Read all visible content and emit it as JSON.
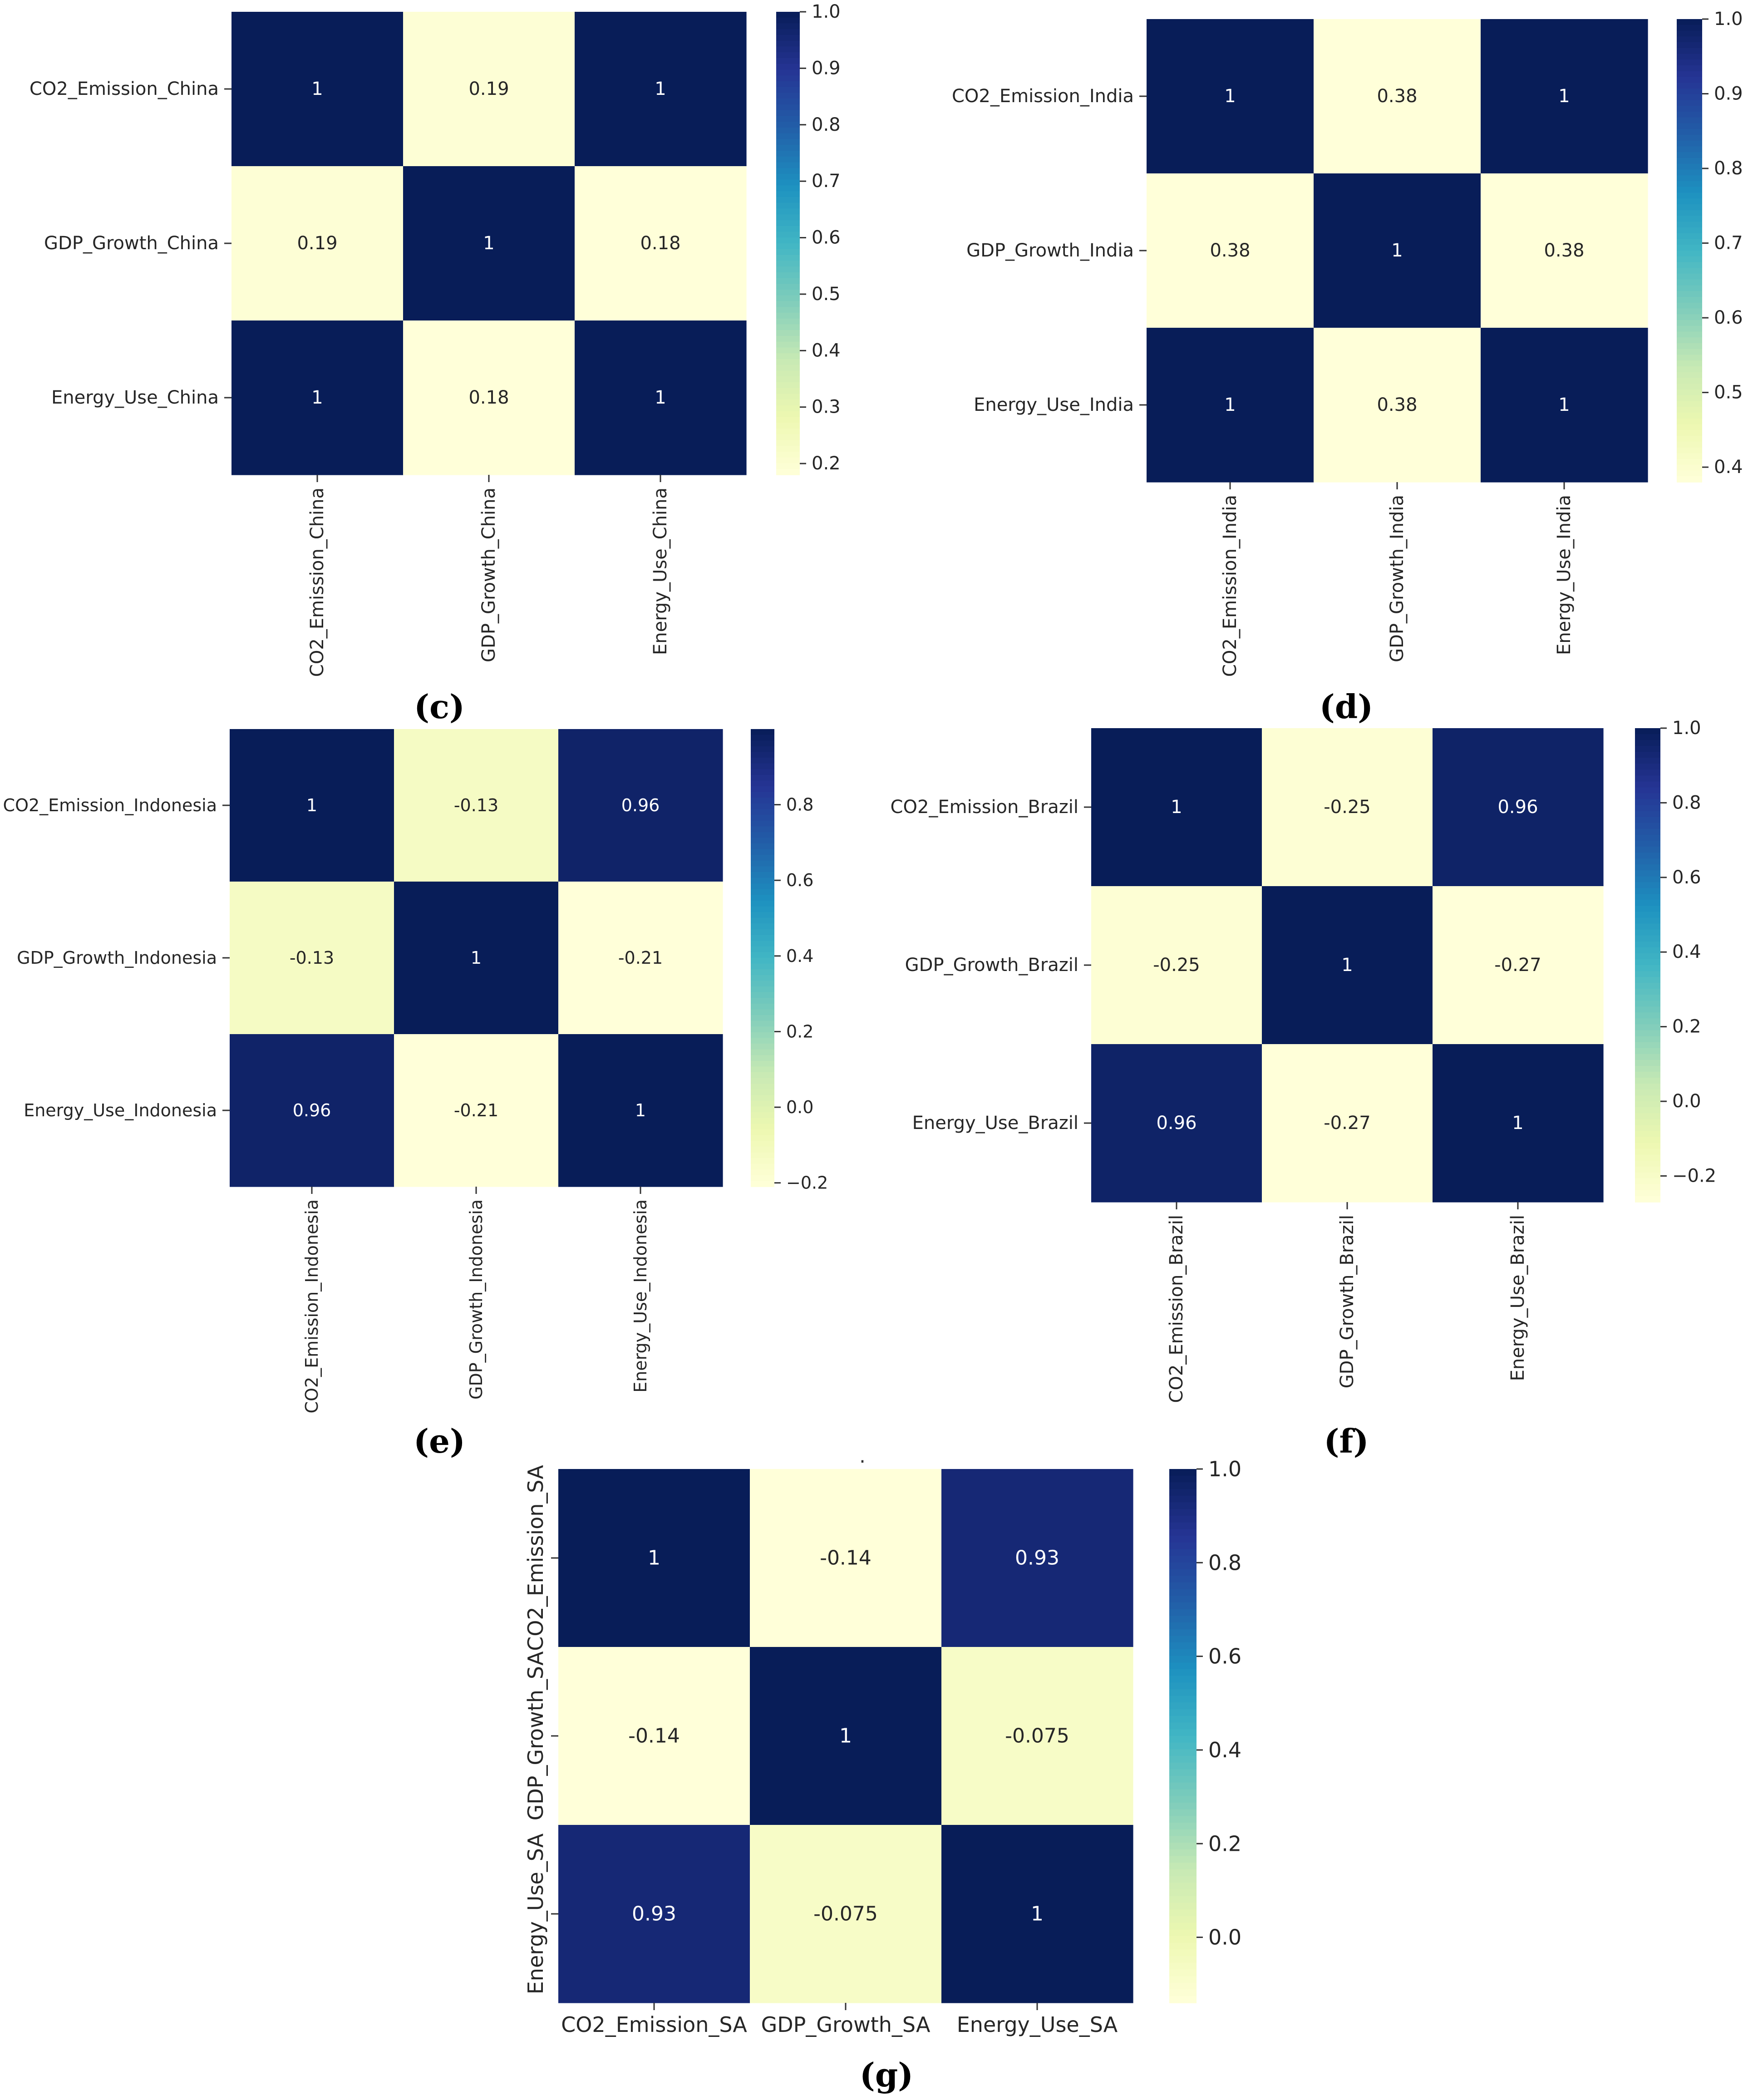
{
  "colorscale": {
    "name": "YlGnBu",
    "stops": [
      "#ffffd9",
      "#edf8b1",
      "#c7e9b4",
      "#7fcdbb",
      "#41b6c4",
      "#1d91c0",
      "#225ea8",
      "#253494",
      "#081d58"
    ]
  },
  "chart_data": [
    {
      "panel": "c",
      "type": "heatmap",
      "rows": [
        "CO2_Emission_China",
        "GDP_Growth_China",
        "Energy_Use_China"
      ],
      "columns": [
        "CO2_Emission_China",
        "GDP_Growth_China",
        "Energy_Use_China"
      ],
      "values": [
        [
          1,
          0.19,
          1
        ],
        [
          0.19,
          1,
          0.18
        ],
        [
          1,
          0.18,
          1
        ]
      ],
      "labels": [
        [
          "1",
          "0.19",
          "1"
        ],
        [
          "0.19",
          "1",
          "0.18"
        ],
        [
          "1",
          "0.18",
          "1"
        ]
      ],
      "colorbar_range": [
        0.18,
        1.0
      ],
      "colorbar_ticks": [
        {
          "v": 1.0,
          "t": "1.0"
        },
        {
          "v": 0.9,
          "t": "0.9"
        },
        {
          "v": 0.8,
          "t": "0.8"
        },
        {
          "v": 0.7,
          "t": "0.7"
        },
        {
          "v": 0.6,
          "t": "0.6"
        },
        {
          "v": 0.5,
          "t": "0.5"
        },
        {
          "v": 0.4,
          "t": "0.4"
        },
        {
          "v": 0.3,
          "t": "0.3"
        },
        {
          "v": 0.2,
          "t": "0.2"
        }
      ],
      "xtick_rotation": "vertical"
    },
    {
      "panel": "d",
      "type": "heatmap",
      "rows": [
        "CO2_Emission_India",
        "GDP_Growth_India",
        "Energy_Use_India"
      ],
      "columns": [
        "CO2_Emission_India",
        "GDP_Growth_India",
        "Energy_Use_India"
      ],
      "values": [
        [
          1,
          0.38,
          1
        ],
        [
          0.38,
          1,
          0.38
        ],
        [
          1,
          0.38,
          1
        ]
      ],
      "labels": [
        [
          "1",
          "0.38",
          "1"
        ],
        [
          "0.38",
          "1",
          "0.38"
        ],
        [
          "1",
          "0.38",
          "1"
        ]
      ],
      "colorbar_range": [
        0.38,
        1.0
      ],
      "colorbar_ticks": [
        {
          "v": 1.0,
          "t": "1.0"
        },
        {
          "v": 0.9,
          "t": "0.9"
        },
        {
          "v": 0.8,
          "t": "0.8"
        },
        {
          "v": 0.7,
          "t": "0.7"
        },
        {
          "v": 0.6,
          "t": "0.6"
        },
        {
          "v": 0.5,
          "t": "0.5"
        },
        {
          "v": 0.4,
          "t": "0.4"
        }
      ],
      "xtick_rotation": "vertical"
    },
    {
      "panel": "e",
      "type": "heatmap",
      "rows": [
        "CO2_Emission_Indonesia",
        "GDP_Growth_Indonesia",
        "Energy_Use_Indonesia"
      ],
      "columns": [
        "CO2_Emission_Indonesia",
        "GDP_Growth_Indonesia",
        "Energy_Use_Indonesia"
      ],
      "values": [
        [
          1,
          -0.13,
          0.96
        ],
        [
          -0.13,
          1,
          -0.21
        ],
        [
          0.96,
          -0.21,
          1
        ]
      ],
      "labels": [
        [
          "1",
          "-0.13",
          "0.96"
        ],
        [
          "-0.13",
          "1",
          "-0.21"
        ],
        [
          "0.96",
          "-0.21",
          "1"
        ]
      ],
      "colorbar_range": [
        -0.21,
        1.0
      ],
      "colorbar_ticks": [
        {
          "v": 0.8,
          "t": "0.8"
        },
        {
          "v": 0.6,
          "t": "0.6"
        },
        {
          "v": 0.4,
          "t": "0.4"
        },
        {
          "v": 0.2,
          "t": "0.2"
        },
        {
          "v": 0.0,
          "t": "0.0"
        },
        {
          "v": -0.2,
          "t": "−0.2"
        }
      ],
      "xtick_rotation": "vertical"
    },
    {
      "panel": "f",
      "type": "heatmap",
      "rows": [
        "CO2_Emission_Brazil",
        "GDP_Growth_Brazil",
        "Energy_Use_Brazil"
      ],
      "columns": [
        "CO2_Emission_Brazil",
        "GDP_Growth_Brazil",
        "Energy_Use_Brazil"
      ],
      "values": [
        [
          1,
          -0.25,
          0.96
        ],
        [
          -0.25,
          1,
          -0.27
        ],
        [
          0.96,
          -0.27,
          1
        ]
      ],
      "labels": [
        [
          "1",
          "-0.25",
          "0.96"
        ],
        [
          "-0.25",
          "1",
          "-0.27"
        ],
        [
          "0.96",
          "-0.27",
          "1"
        ]
      ],
      "colorbar_range": [
        -0.27,
        1.0
      ],
      "colorbar_ticks": [
        {
          "v": 1.0,
          "t": "1.0"
        },
        {
          "v": 0.8,
          "t": "0.8"
        },
        {
          "v": 0.6,
          "t": "0.6"
        },
        {
          "v": 0.4,
          "t": "0.4"
        },
        {
          "v": 0.2,
          "t": "0.2"
        },
        {
          "v": 0.0,
          "t": "0.0"
        },
        {
          "v": -0.2,
          "t": "−0.2"
        }
      ],
      "xtick_rotation": "vertical"
    },
    {
      "panel": "g",
      "type": "heatmap",
      "rows": [
        "CO2_Emission_SA",
        "GDP_Growth_SA",
        "Energy_Use_SA"
      ],
      "columns": [
        "CO2_Emission_SA",
        "GDP_Growth_SA",
        "Energy_Use_SA"
      ],
      "values": [
        [
          1,
          -0.14,
          0.93
        ],
        [
          -0.14,
          1,
          -0.075
        ],
        [
          0.93,
          -0.075,
          1
        ]
      ],
      "labels": [
        [
          "1",
          "-0.14",
          "0.93"
        ],
        [
          "-0.14",
          "1",
          "-0.075"
        ],
        [
          "0.93",
          "-0.075",
          "1"
        ]
      ],
      "colorbar_range": [
        -0.14,
        1.0
      ],
      "colorbar_ticks": [
        {
          "v": 1.0,
          "t": "1.0"
        },
        {
          "v": 0.8,
          "t": "0.8"
        },
        {
          "v": 0.6,
          "t": "0.6"
        },
        {
          "v": 0.4,
          "t": "0.4"
        },
        {
          "v": 0.2,
          "t": "0.2"
        },
        {
          "v": 0.0,
          "t": "0.0"
        }
      ],
      "xtick_rotation": "horizontal",
      "ytick_rotation": "vertical"
    }
  ],
  "panel_labels": [
    "(c)",
    "(d)",
    "(e)",
    "(f)",
    "(g)"
  ],
  "stray_mark": "."
}
